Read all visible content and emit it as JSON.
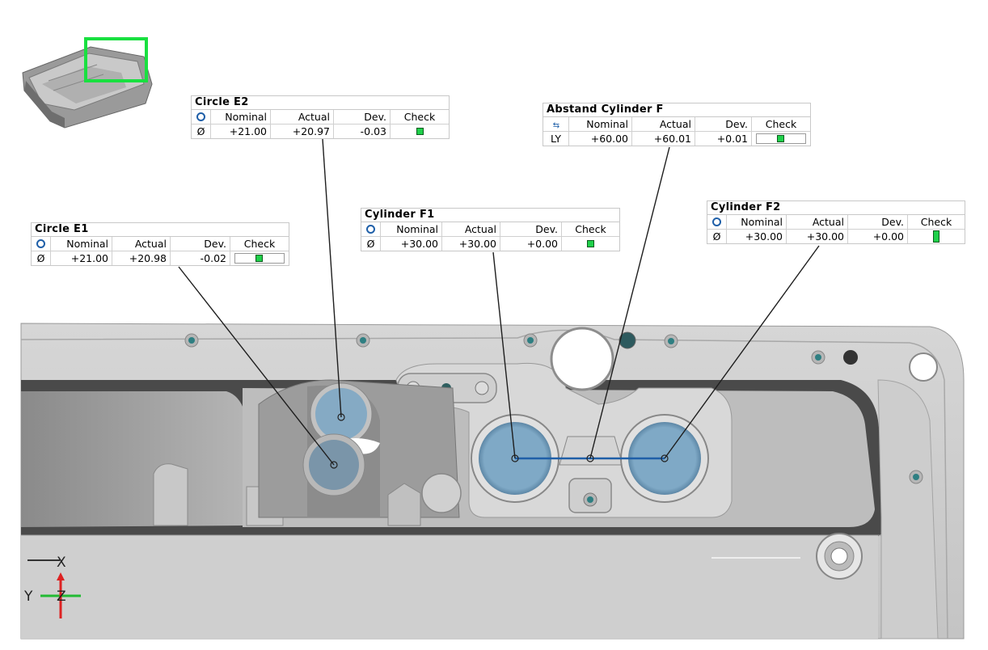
{
  "tables": {
    "circle_e1": {
      "title": "Circle  E1",
      "headers": [
        "Nominal",
        "Actual",
        "Dev.",
        "Check"
      ],
      "symbol": "Ø",
      "nominal": "+21.00",
      "actual": "+20.98",
      "dev": "-0.02"
    },
    "circle_e2": {
      "title": "Circle  E2",
      "headers": [
        "Nominal",
        "Actual",
        "Dev.",
        "Check"
      ],
      "symbol": "Ø",
      "nominal": "+21.00",
      "actual": "+20.97",
      "dev": "-0.03"
    },
    "cylinder_f1": {
      "title": "Cylinder  F1",
      "headers": [
        "Nominal",
        "Actual",
        "Dev.",
        "Check"
      ],
      "symbol": "Ø",
      "nominal": "+30.00",
      "actual": "+30.00",
      "dev": "+0.00"
    },
    "abstand_f": {
      "title": "Abstand  Cylinder  F",
      "headers": [
        "Nominal",
        "Actual",
        "Dev.",
        "Check"
      ],
      "symbol": "LY",
      "nominal": "+60.00",
      "actual": "+60.01",
      "dev": "+0.01"
    },
    "cylinder_f2": {
      "title": "Cylinder  F2",
      "headers": [
        "Nominal",
        "Actual",
        "Dev.",
        "Check"
      ],
      "symbol": "Ø",
      "nominal": "+30.00",
      "actual": "+30.00",
      "dev": "+0.00"
    }
  },
  "axes": {
    "x": "X",
    "y": "Y",
    "z": "Z"
  },
  "colors": {
    "check_ok": "#1fd04a",
    "feature_fill": "#7aa6c4",
    "thumbnail_frame": "#19e040",
    "axis_x": "#333333",
    "axis_y": "#22bb33",
    "axis_z": "#dd2222"
  }
}
